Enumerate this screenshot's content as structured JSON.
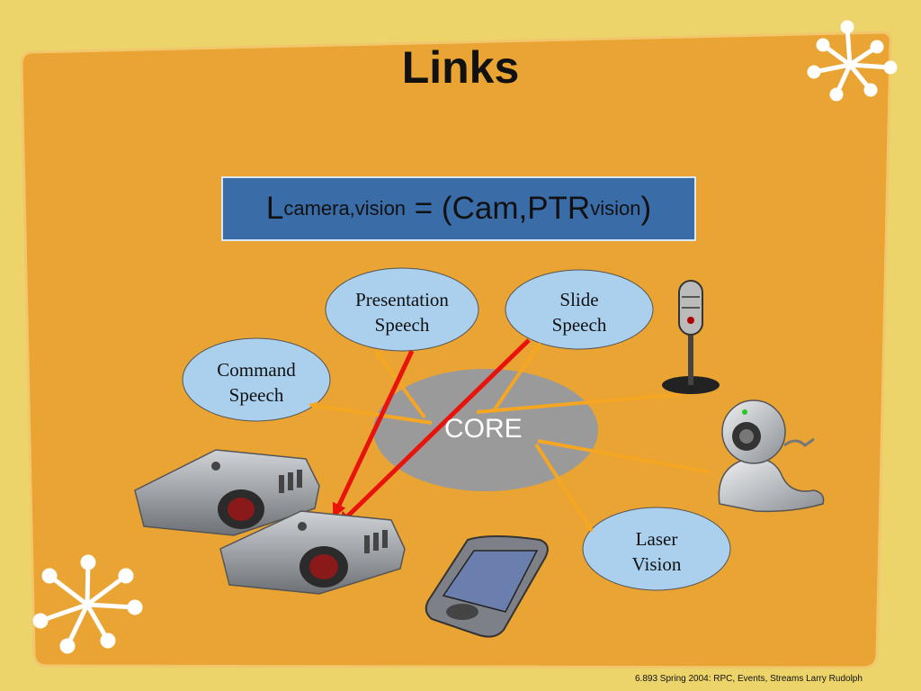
{
  "slide": {
    "title": "Links",
    "footer": "6.893 Spring 2004: RPC, Events, Streams Larry Rudolph"
  },
  "formula": {
    "lhs": "L",
    "lhs_sub": "camera,vision",
    "equals": " = (Cam,PTR",
    "rhs_sub": "vision",
    "close": ")"
  },
  "nodes": {
    "presentation": {
      "line1": "Presentation",
      "line2": "Speech"
    },
    "slide": {
      "line1": "Slide",
      "line2": "Speech"
    },
    "command": {
      "line1": "Command",
      "line2": "Speech"
    },
    "laser": {
      "line1": "Laser",
      "line2": "Vision"
    },
    "core": {
      "label": "CORE"
    }
  },
  "colors": {
    "background": "#ecd46a",
    "panel": "#e9a433",
    "bubble": "#aad0ee",
    "core": "#9a9a9a",
    "formula_box": "#3a6da8",
    "orange_arrow": "#f5a623",
    "red_arrow": "#e8140c"
  },
  "icons": [
    "starburst-icon",
    "microphone-icon",
    "webcam-icon",
    "projector-icon",
    "pda-icon"
  ]
}
